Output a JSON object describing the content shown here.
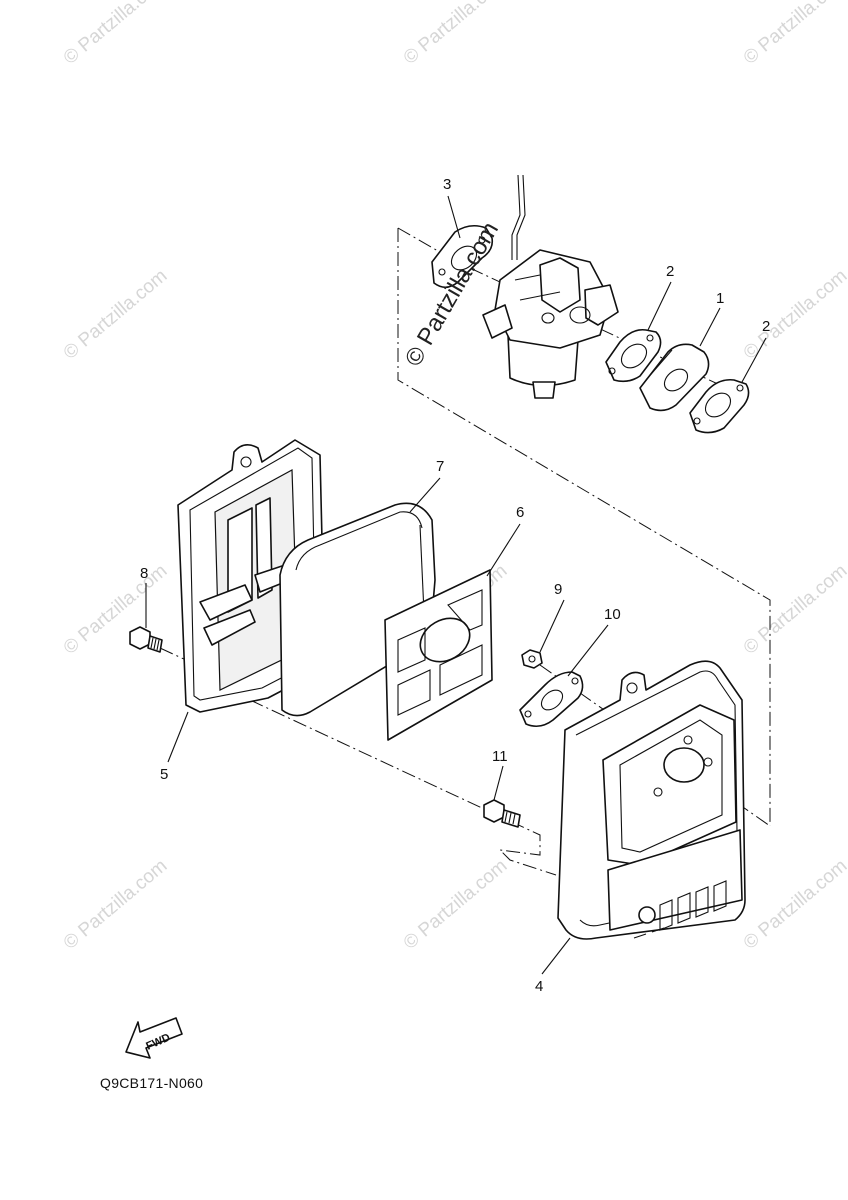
{
  "diagram": {
    "callouts": [
      "1",
      "2",
      "2",
      "3",
      "4",
      "5",
      "6",
      "7",
      "8",
      "9",
      "10",
      "11"
    ],
    "drawing_code": "Q9CB171-N060",
    "direction_arrow_label": "FWD",
    "watermark": "© Partzilla.com"
  }
}
